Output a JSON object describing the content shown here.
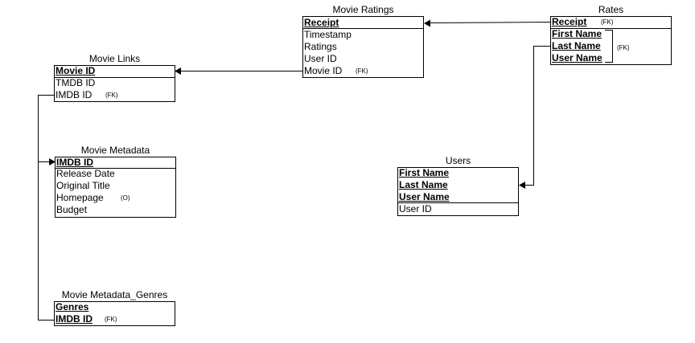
{
  "entities": {
    "movie_ratings": {
      "title": "Movie Ratings",
      "attributes": [
        {
          "label": "Receipt"
        },
        {
          "label": "Timestamp"
        },
        {
          "label": "Ratings"
        },
        {
          "label": "User ID"
        },
        {
          "label": "Movie ID",
          "note": "(FK)"
        }
      ]
    },
    "rates": {
      "title": "Rates",
      "attributes": [
        {
          "label": "Receipt",
          "note": "(FK)"
        },
        {
          "label": "First Name"
        },
        {
          "label": "Last Name"
        },
        {
          "label": "User Name"
        }
      ],
      "group_note": "(FK)"
    },
    "movie_links": {
      "title": "Movie Links",
      "attributes": [
        {
          "label": "Movie ID"
        },
        {
          "label": "TMDB ID"
        },
        {
          "label": "IMDB ID",
          "note": "(FK)"
        }
      ]
    },
    "movie_metadata": {
      "title": "Movie Metadata",
      "attributes": [
        {
          "label": "IMDB ID"
        },
        {
          "label": "Release Date"
        },
        {
          "label": "Original Title"
        },
        {
          "label": "Homepage",
          "note": "(O)"
        },
        {
          "label": "Budget"
        }
      ]
    },
    "users": {
      "title": "Users",
      "attributes": [
        {
          "label": "First Name"
        },
        {
          "label": "Last Name"
        },
        {
          "label": "User Name"
        },
        {
          "label": "User ID"
        }
      ]
    },
    "movie_metadata_genres": {
      "title": "Movie Metadata_Genres",
      "attributes": [
        {
          "label": "Genres"
        },
        {
          "label": "IMDB ID",
          "note": "(FK)"
        }
      ]
    }
  },
  "relationships": [
    {
      "from": "Rates",
      "to": "Movie Ratings"
    },
    {
      "from": "Movie Ratings",
      "to": "Movie Links"
    },
    {
      "from": "Movie Links",
      "to": "Movie Metadata"
    },
    {
      "from": "Movie Links",
      "to": "Movie Metadata_Genres"
    },
    {
      "from": "Rates",
      "to": "Users"
    }
  ]
}
